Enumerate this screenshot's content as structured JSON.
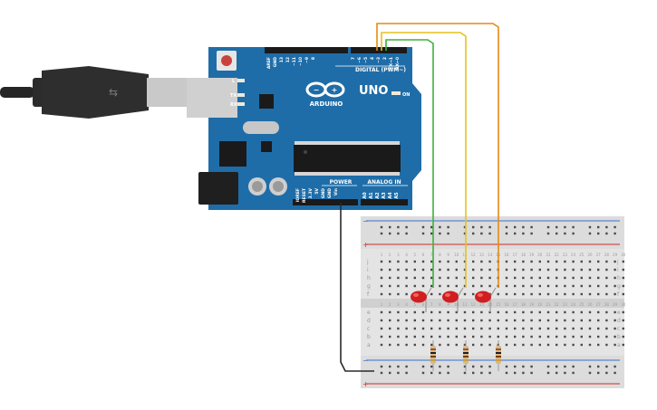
{
  "board": {
    "brand": "ARDUINO",
    "model": "UNO",
    "digital_header_label": "DIGITAL (PWM~)",
    "power_label": "POWER",
    "analog_label": "ANALOG IN",
    "on_label": "ON",
    "led_l": "L",
    "led_tx": "TX",
    "led_rx": "RX",
    "top_pins": [
      "AREF",
      "GND",
      "13",
      "12",
      "~11",
      "~10",
      "~9",
      "8",
      "7",
      "~6",
      "~5",
      "4",
      "~3",
      "2",
      "TX→1",
      "RX←0"
    ],
    "power_pins": [
      "IOREF",
      "RESET",
      "3.3V",
      "5V",
      "GND",
      "GND",
      "Vin"
    ],
    "analog_pins": [
      "A0",
      "A1",
      "A2",
      "A3",
      "A4",
      "A5"
    ]
  },
  "breadboard": {
    "row_labels_top": [
      "j",
      "i",
      "h",
      "g",
      "f"
    ],
    "row_labels_bottom": [
      "e",
      "d",
      "c",
      "b",
      "a"
    ],
    "column_count": 30,
    "rail_plus": "+",
    "rail_minus": "−"
  },
  "wires": [
    {
      "name": "green",
      "color": "#3fb13b"
    },
    {
      "name": "yellow",
      "color": "#e6c21a"
    },
    {
      "name": "orange",
      "color": "#e58a16"
    },
    {
      "name": "black",
      "color": "#2a2a2a"
    }
  ],
  "leds": [
    {
      "color": "#d11f1f"
    },
    {
      "color": "#d11f1f"
    },
    {
      "color": "#d11f1f"
    }
  ],
  "resistors": [
    {
      "band_colors": [
        "#a0522d",
        "#202020",
        "#7a3b12",
        "#c8a23a"
      ]
    },
    {
      "band_colors": [
        "#a0522d",
        "#202020",
        "#7a3b12",
        "#c8a23a"
      ]
    },
    {
      "band_colors": [
        "#a0522d",
        "#202020",
        "#7a3b12",
        "#c8a23a"
      ]
    }
  ]
}
